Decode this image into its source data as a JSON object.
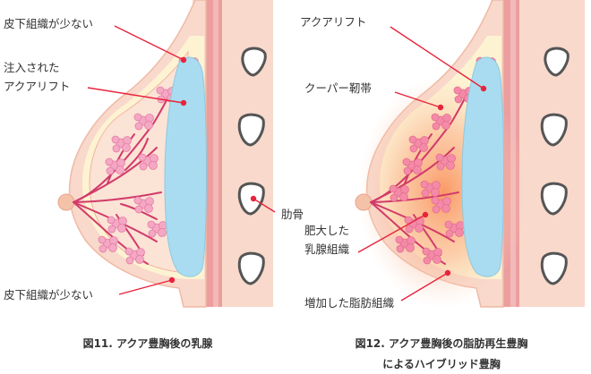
{
  "left_panel": {
    "label_skin_top": "皮下組織が少ない",
    "label_injected_1": "注入された",
    "label_injected_2": "アクアリフト",
    "label_rib": "肋骨",
    "label_skin_bottom": "皮下組織が少ない",
    "caption": "図11. アクア豊胸後の乳腺"
  },
  "right_panel": {
    "label_aqualift": "アクアリフト",
    "label_cooper": "クーパー靭帯",
    "label_gland_1": "肥大した",
    "label_gland_2": "乳腺組織",
    "label_fat": "増加した脂肪組織",
    "caption_1": "図12. アクア豊胸後の脂肪再生豊胸",
    "caption_2": "によるハイブリッド豊胸"
  },
  "colors": {
    "skin": "#f8d9cc",
    "skin_outline": "#f0b9a4",
    "fat_layer": "#fdf3d2",
    "implant": "#a9dcf0",
    "gland": "#f4a8c4",
    "duct": "#d23a6a",
    "muscle": "#ec9e9e",
    "rib_outline": "#555555",
    "fat_glow": "#fbb08a",
    "leader": "#e8243c"
  }
}
